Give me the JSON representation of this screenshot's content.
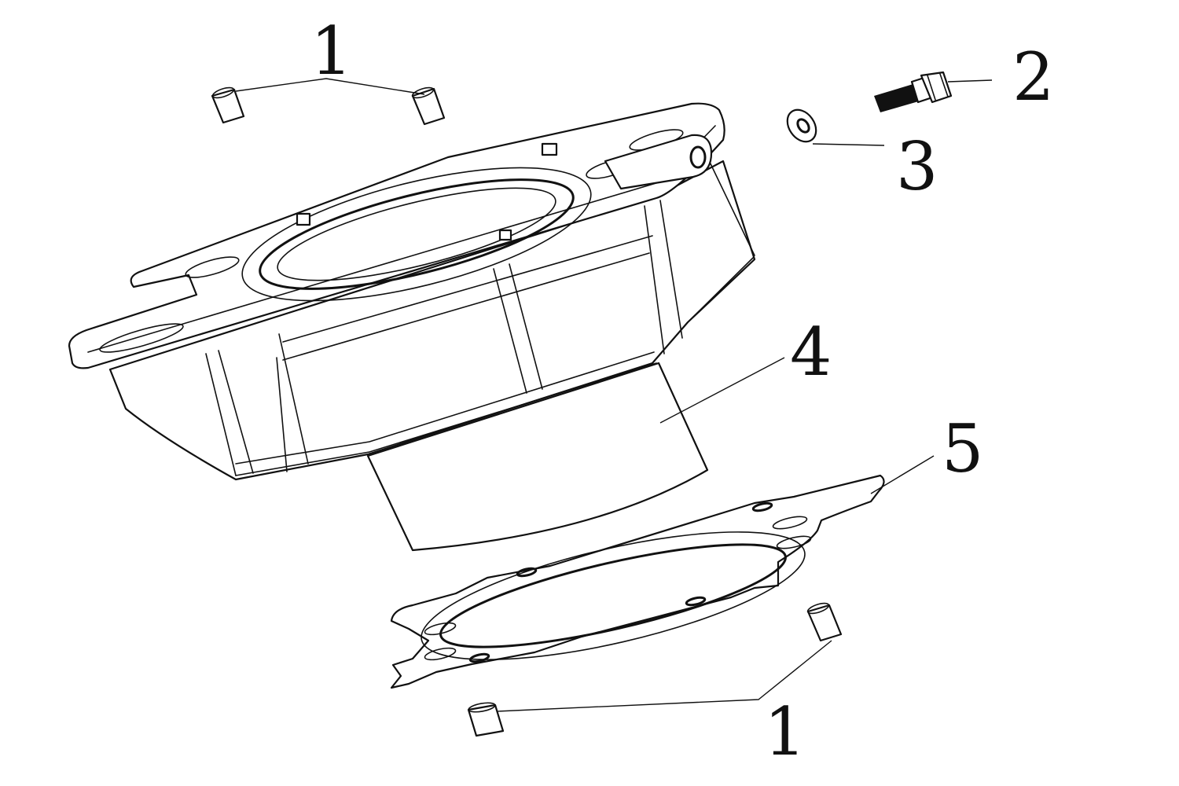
{
  "diagram": {
    "type": "exploded parts diagram",
    "callouts": [
      {
        "id": "dowel-top",
        "number": "1"
      },
      {
        "id": "bolt",
        "number": "2"
      },
      {
        "id": "washer",
        "number": "3"
      },
      {
        "id": "cylinder",
        "number": "4"
      },
      {
        "id": "gasket",
        "number": "5"
      },
      {
        "id": "dowel-bottom",
        "number": "1"
      }
    ]
  }
}
